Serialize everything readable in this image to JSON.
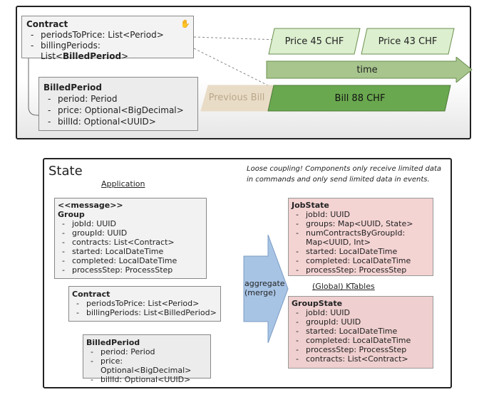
{
  "top": {
    "contract": {
      "title": "Contract",
      "fields": [
        [
          "periodsToPrice: List<Period>",
          ""
        ],
        [
          "billingPeriods: List<",
          "BilledPeriod",
          ">"
        ]
      ]
    },
    "billed_period": {
      "title": "BilledPeriod",
      "fields": [
        "period: Period",
        "price: Optional<BigDecimal>",
        "billId: Optional<UUID>"
      ]
    },
    "timeline": {
      "price1": "Price 45 CHF",
      "price2": "Price 43 CHF",
      "time_label": "time",
      "previous_bill": "Previous Bill",
      "bill": "Bill 88 CHF"
    }
  },
  "bottom": {
    "state_title": "State",
    "application_label": "Application",
    "note": "Loose coupling! Components only receive limited data in commands and only send limited data in events.",
    "group": {
      "stereotype": "<<message>>",
      "title": "Group",
      "fields": [
        "jobId: UUID",
        "groupId: UUID",
        "contracts: List<Contract>",
        "started: LocalDateTime",
        "completed: LocalDateTime",
        "processStep: ProcessStep"
      ]
    },
    "contract": {
      "title": "Contract",
      "fields": [
        "periodsToPrice: List<Period>",
        "billingPeriods: List<BilledPeriod>"
      ]
    },
    "billed_period": {
      "title": "BilledPeriod",
      "fields": [
        "period: Period",
        "price: Optional<BigDecimal>",
        "billId: Optional<UUID>"
      ]
    },
    "aggregate_label": "aggregate (merge)",
    "ktables_label": "(Global) KTables",
    "job_state": {
      "title": "JobState",
      "fields": [
        "jobId: UUID",
        "groups: Map<UUID, State>",
        "numContractsByGroupId: Map<UUID, Int>",
        "started: LocalDateTime",
        "completed: LocalDateTime",
        "processStep: ProcessStep"
      ]
    },
    "group_state": {
      "title": "GroupState",
      "fields": [
        "jobId: UUID",
        "groupId: UUID",
        "started: LocalDateTime",
        "completed: LocalDateTime",
        "processStep: ProcessStep",
        "contracts: List<Contract>"
      ]
    }
  },
  "colors": {
    "price_fill": "#dcefcf",
    "bill_fill": "#6aa84f",
    "previous_fill": "#e9dcc7",
    "arrow_fill": "#a7c58d",
    "aggregate_fill": "#a8c4e5",
    "state_fill": "#f4d3d3"
  }
}
